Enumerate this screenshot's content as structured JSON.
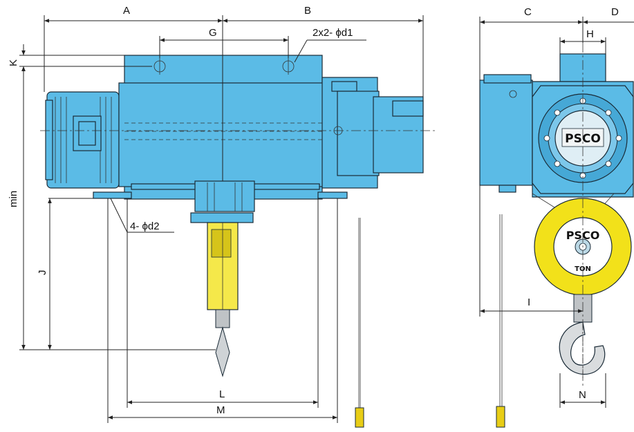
{
  "front_view": {
    "dimensions": {
      "A": "A",
      "B": "B",
      "G": "G",
      "K": "K",
      "J": "J",
      "L": "L",
      "M": "M",
      "min": "min"
    },
    "callouts": {
      "holes_top": "2x2- ϕd1",
      "holes_base": "4- ϕd2"
    }
  },
  "side_view": {
    "dimensions": {
      "C": "C",
      "D": "D",
      "H": "H",
      "I": "I",
      "N": "N"
    },
    "drum_logo": "PSCO",
    "hook_block_logo": "PSCO",
    "hook_block_unit": "TON"
  },
  "colors": {
    "hoist_body": "#5bbbe6",
    "hook_block": "#f2e11a",
    "hook_tube": "#f5e84a",
    "outline": "#1a2a36"
  }
}
